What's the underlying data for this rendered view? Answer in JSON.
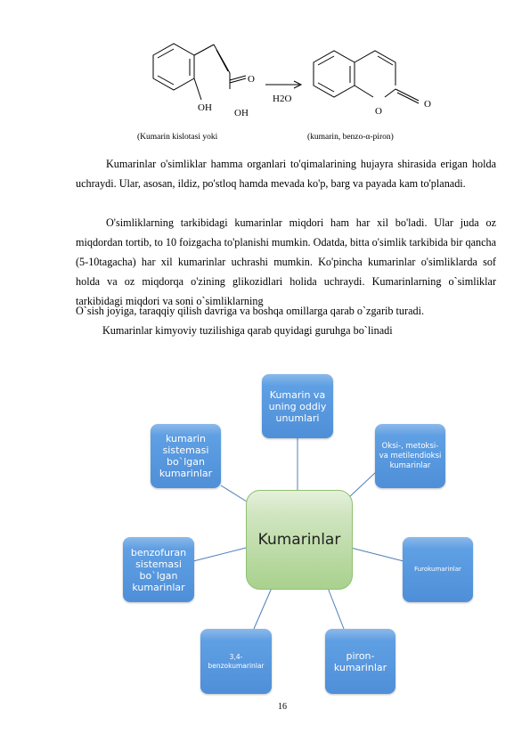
{
  "reaction": {
    "left_oh": "OH",
    "left_oh2": "OH",
    "reagent": "H2O",
    "ring_o": "O",
    "carbonyl_o": "O",
    "caption_left": "(Kumarin kislotasi yoki",
    "caption_right": "(kumarin, benzo-α-piron)"
  },
  "text": {
    "para1": "Kumarinlar o'simliklar hamma organlari to'qimalarining hujayra shirasida erigan holda uchraydi. Ular, asosan, ildiz, po'stloq hamda mevada ko'p, barg va payada kam to'planadi.",
    "para2": "O'simliklarning tarkibidagi kumarinlar miqdori ham har xil bo'ladi. Ular juda oz miqdordan tortib, to 10 foizgacha to'planishi mumkin. Odatda, bitta o'simlik tarkibida bir qancha (5-10tagacha) har xil kumarinlar uchrashi mumkin. Ko'pincha kumarinlar o'simliklarda sof holda va oz miqdorqa o'zining glikozidlari holida uchraydi. Kumarinlarning o`simliklar tarkibidagi miqdori va soni o`simliklarning",
    "line3": "O`sish joyiga, taraqqiy qilish davriga va boshqa omillarga qarab o`zgarib turadi.",
    "line4": "Kumarinlar kimyoviy tuzilishiga qarab quyidagi guruhga bo`linadi"
  },
  "diagram": {
    "center": "Kumarinlar",
    "top": "Kumarin va uning oddiy unumlari",
    "top_right": "Oksi-, metoksi- va metilendioksi kumarinlar",
    "right": "Furokumarinlar",
    "bottom_right": "piron-kumarinlar",
    "bottom_left": "3,4-benzokumarinlar",
    "left": "benzofuran sistemasi bo`lgan kumarinlar",
    "top_left": "kumarin sistemasi bo`lgan kumarinlar"
  },
  "page_number": "16"
}
